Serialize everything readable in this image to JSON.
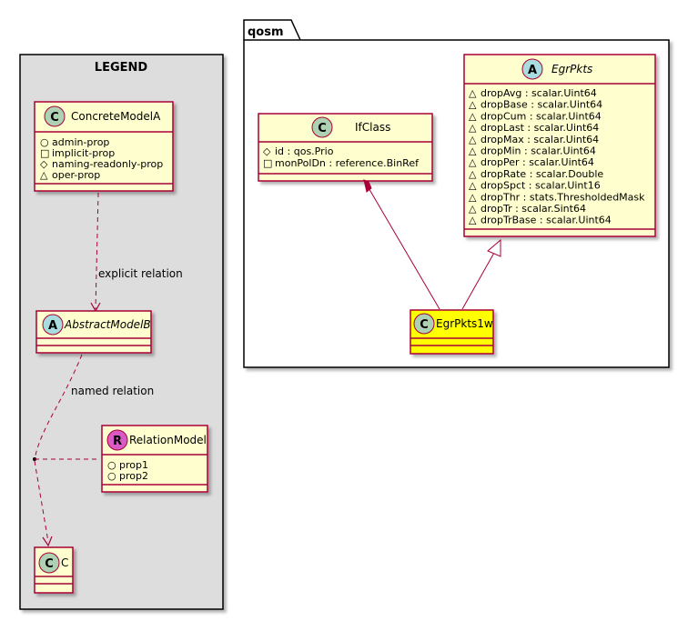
{
  "legend": {
    "title": "LEGEND",
    "concrete_model": {
      "name": "ConcreteModelA",
      "glyph": "C",
      "members": [
        {
          "vis": "public",
          "text": "admin-prop"
        },
        {
          "vis": "private",
          "text": "implicit-prop"
        },
        {
          "vis": "protected",
          "text": "naming-readonly-prop"
        },
        {
          "vis": "package",
          "text": "oper-prop"
        }
      ]
    },
    "abstract_model": {
      "name": "AbstractModelB",
      "glyph": "A"
    },
    "relation_model": {
      "name": "RelationModel",
      "glyph": "R",
      "members": [
        {
          "vis": "public",
          "text": "prop1"
        },
        {
          "vis": "public",
          "text": "prop2"
        }
      ]
    },
    "c_class": {
      "name": "C",
      "glyph": "C"
    },
    "explicit_relation_label": "explicit relation",
    "named_relation_label": "named relation"
  },
  "package": {
    "name": "qosm",
    "ifclass": {
      "name": "IfClass",
      "glyph": "C",
      "members": [
        {
          "vis": "protected",
          "text": "id : qos.Prio"
        },
        {
          "vis": "private",
          "text": "monPolDn : reference.BinRef"
        }
      ]
    },
    "egrpkts": {
      "name": "EgrPkts",
      "glyph": "A",
      "members": [
        {
          "vis": "package",
          "text": "dropAvg : scalar.Uint64"
        },
        {
          "vis": "package",
          "text": "dropBase : scalar.Uint64"
        },
        {
          "vis": "package",
          "text": "dropCum : scalar.Uint64"
        },
        {
          "vis": "package",
          "text": "dropLast : scalar.Uint64"
        },
        {
          "vis": "package",
          "text": "dropMax : scalar.Uint64"
        },
        {
          "vis": "package",
          "text": "dropMin : scalar.Uint64"
        },
        {
          "vis": "package",
          "text": "dropPer : scalar.Uint64"
        },
        {
          "vis": "package",
          "text": "dropRate : scalar.Double"
        },
        {
          "vis": "package",
          "text": "dropSpct : scalar.Uint16"
        },
        {
          "vis": "package",
          "text": "dropThr : stats.ThresholdedMask"
        },
        {
          "vis": "package",
          "text": "dropTr : scalar.Sint64"
        },
        {
          "vis": "package",
          "text": "dropTrBase : scalar.Uint64"
        }
      ]
    },
    "egrpkts1w": {
      "name": "EgrPkts1w",
      "glyph": "C"
    }
  },
  "colors": {
    "class_fill": "#FEFECE",
    "class_border": "#A80036",
    "highlight_fill": "#FFFF00",
    "legend_bg": "#DDDDDD",
    "glyph_c": "#ADD1B2",
    "glyph_a": "#A9DCDF",
    "glyph_r": "#D85AC5",
    "edge": "#A80036"
  }
}
